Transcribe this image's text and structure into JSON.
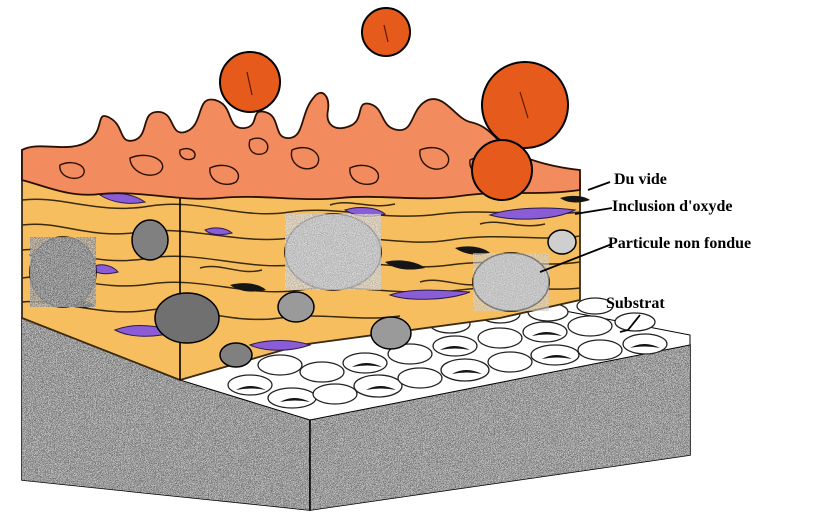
{
  "diagram": {
    "labels": {
      "void": "Du vide",
      "oxide_inclusion": "Inclusion d'oxyde",
      "unmelted_particle": "Particule non fondue",
      "substrate": "Substrat"
    },
    "colors": {
      "splat": "#f6be5e",
      "splat_outline": "#3a2a10",
      "top_splash": "#f28c5e",
      "droplet": "#e65a1c",
      "oxide": "#8a5cd6",
      "void": "#151515",
      "unmelted_particle": "#8f8f8f",
      "substrate_front": "#3a3a3a",
      "substrate_rough": "#ffffff"
    }
  }
}
